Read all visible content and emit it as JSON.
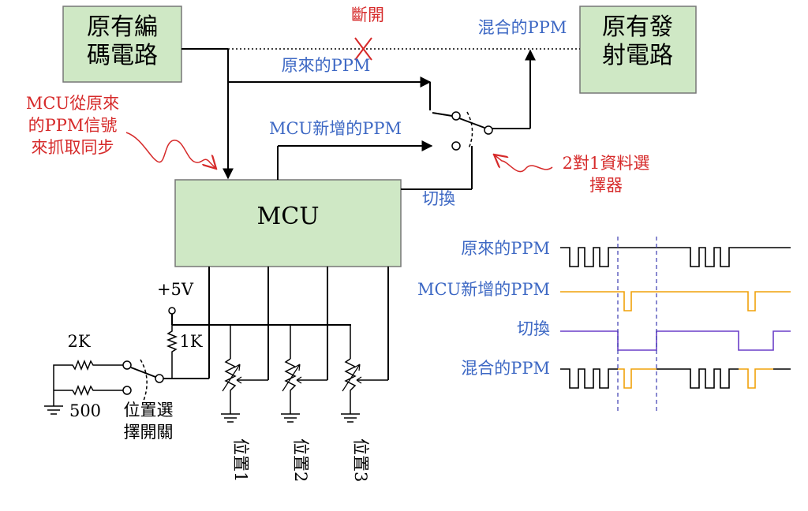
{
  "blocks": {
    "encoder": [
      "原有編",
      "碼電路"
    ],
    "transmitter": [
      "原有發",
      "射電路"
    ],
    "mcu": "MCU"
  },
  "labels": {
    "cut": "斷開",
    "mixed_ppm": "混合的PPM",
    "original_ppm": "原來的PPM",
    "mcu_new_ppm": "MCU新增的PPM",
    "switch_label": "切換",
    "mcu_sync_note": [
      "MCU從原來",
      "的PPM信號",
      "來抓取同步"
    ],
    "selector_note": [
      "2對1資料選",
      "擇器"
    ],
    "vcc": "+5V",
    "r_pullup": "1K",
    "r_2k": "2K",
    "r_500": "500",
    "position_switch": [
      "位置選",
      "擇開關"
    ],
    "pos1": "位置1",
    "pos2": "位置2",
    "pos3": "位置3"
  },
  "timing": {
    "labels": [
      "原來的PPM",
      "MCU新增的PPM",
      "切換",
      "混合的PPM"
    ]
  },
  "colors": {
    "block_fill": "#cfe8c5",
    "blue_text": "#3d68c4",
    "red_text": "#d62a2a",
    "mcu_ppm_trace": "#f0a20a",
    "switch_trace": "#6a3fc8",
    "marker_dash": "#3b3bb0"
  }
}
